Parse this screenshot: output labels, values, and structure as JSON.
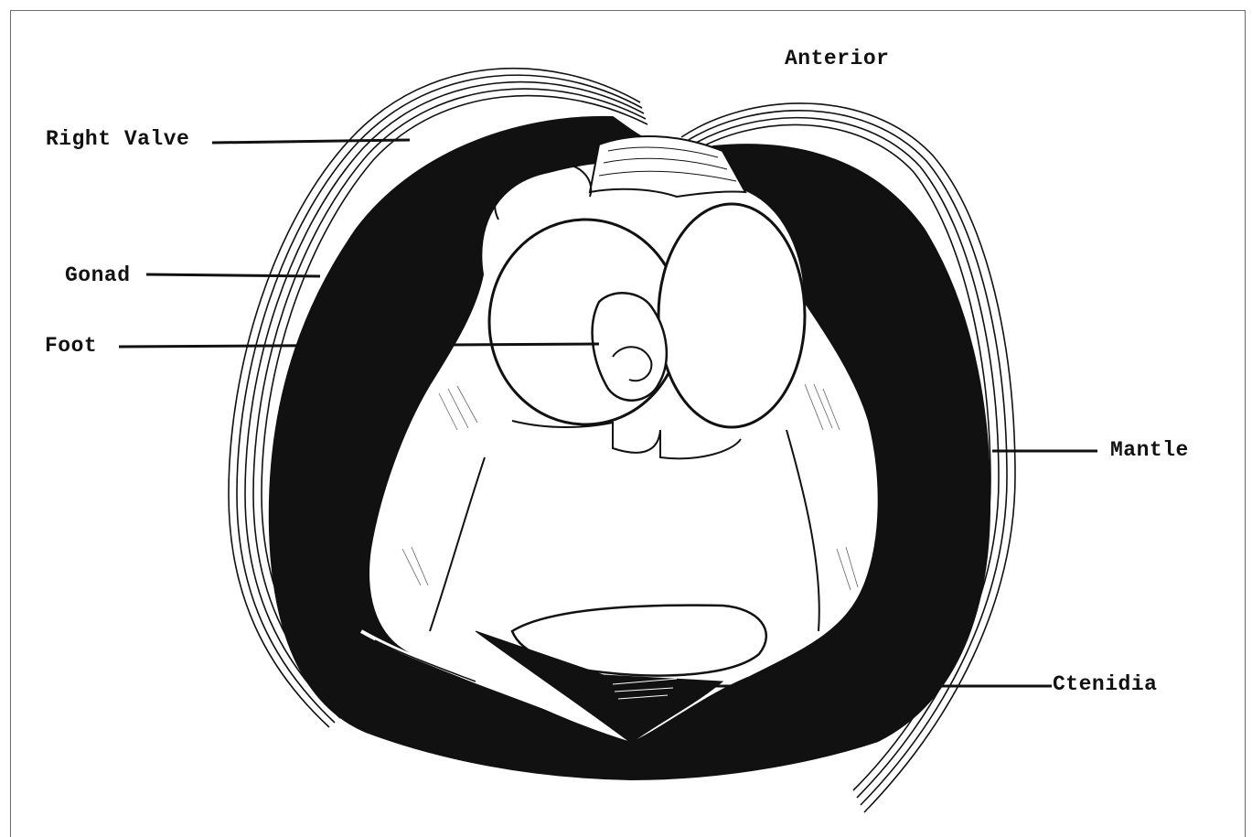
{
  "orientation_label": "Anterior",
  "labels": {
    "right_valve": "Right Valve",
    "gonad": "Gonad",
    "foot": "Foot",
    "mantle": "Mantle",
    "ctenidia": "Ctenidia"
  },
  "colors": {
    "ink": "#111111",
    "paper": "#ffffff"
  }
}
